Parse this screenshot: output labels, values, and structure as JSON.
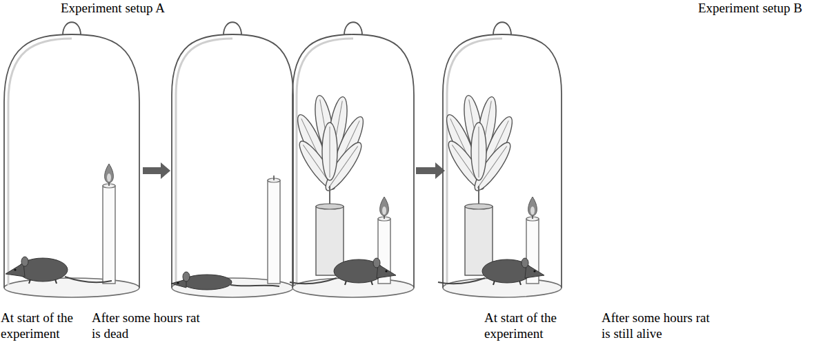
{
  "diagram": {
    "labels": [
      "Experiment setup A",
      "Experiment setup B",
      "At start of the experiment",
      "After some hours rat is dead",
      "At start of the experiment",
      "After some hours rat is still alive"
    ]
  }
}
